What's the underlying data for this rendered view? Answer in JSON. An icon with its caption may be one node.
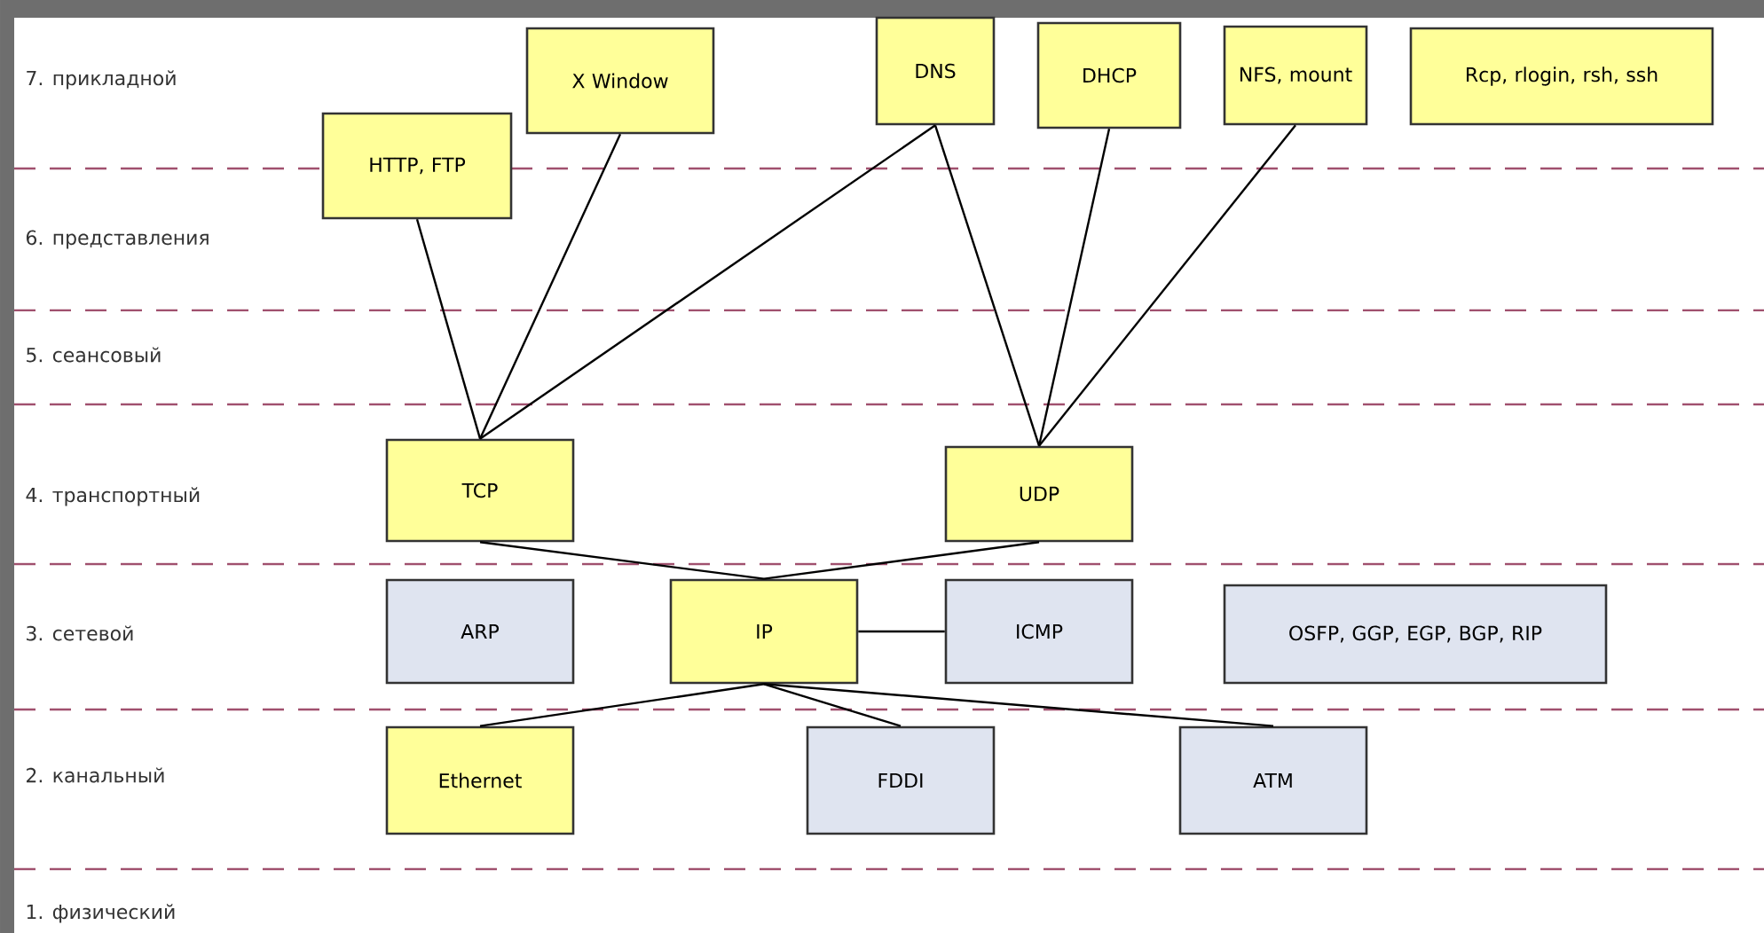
{
  "diagram": {
    "nodes": [
      {
        "text": [
          "HTTP, FTP"
        ]
      },
      {
        "text": [
          "X Window"
        ]
      },
      {
        "text": [
          "DNS"
        ]
      },
      {
        "text": [
          "DHCP"
        ]
      },
      {
        "text": [
          "NFS, mount"
        ]
      },
      {
        "text": [
          "Rcp, rlogin, rsh, ssh"
        ]
      },
      {
        "text": [
          "TCP"
        ]
      },
      {
        "text": [
          "UDP"
        ]
      },
      {
        "text": [
          "ARP"
        ]
      },
      {
        "text": [
          "IP"
        ]
      },
      {
        "text": [
          "ICMP"
        ]
      },
      {
        "text": [
          "OSFP, GGP, EGP, BGP, RIP"
        ]
      },
      {
        "text": [
          "Ethernet"
        ]
      },
      {
        "text": [
          "FDDI"
        ]
      },
      {
        "text": [
          "ATM"
        ]
      }
    ],
    "edges": [
      {
        "from": 0,
        "to": 6,
        "arrow": "none"
      },
      {
        "from": 1,
        "to": 6,
        "arrow": "none"
      },
      {
        "from": 2,
        "to": 6,
        "arrow": "none"
      },
      {
        "from": 2,
        "to": 7,
        "arrow": "none"
      },
      {
        "from": 3,
        "to": 7,
        "arrow": "none"
      },
      {
        "from": 4,
        "to": 7,
        "arrow": "none"
      },
      {
        "from": 6,
        "to": 9,
        "arrow": "none"
      },
      {
        "from": 7,
        "to": 9,
        "arrow": "none"
      },
      {
        "from": 9,
        "to": 10,
        "arrow": "none"
      },
      {
        "from": 9,
        "to": 12,
        "arrow": "none"
      },
      {
        "from": 9,
        "to": 13,
        "arrow": "none"
      },
      {
        "from": 9,
        "to": 14,
        "arrow": "none"
      }
    ],
    "labels": [
      "7. прикладной",
      "6. представления",
      "5. сеансовый",
      "4. транспортный",
      "3. сетевой",
      "2. канальный",
      "1. физический"
    ]
  }
}
